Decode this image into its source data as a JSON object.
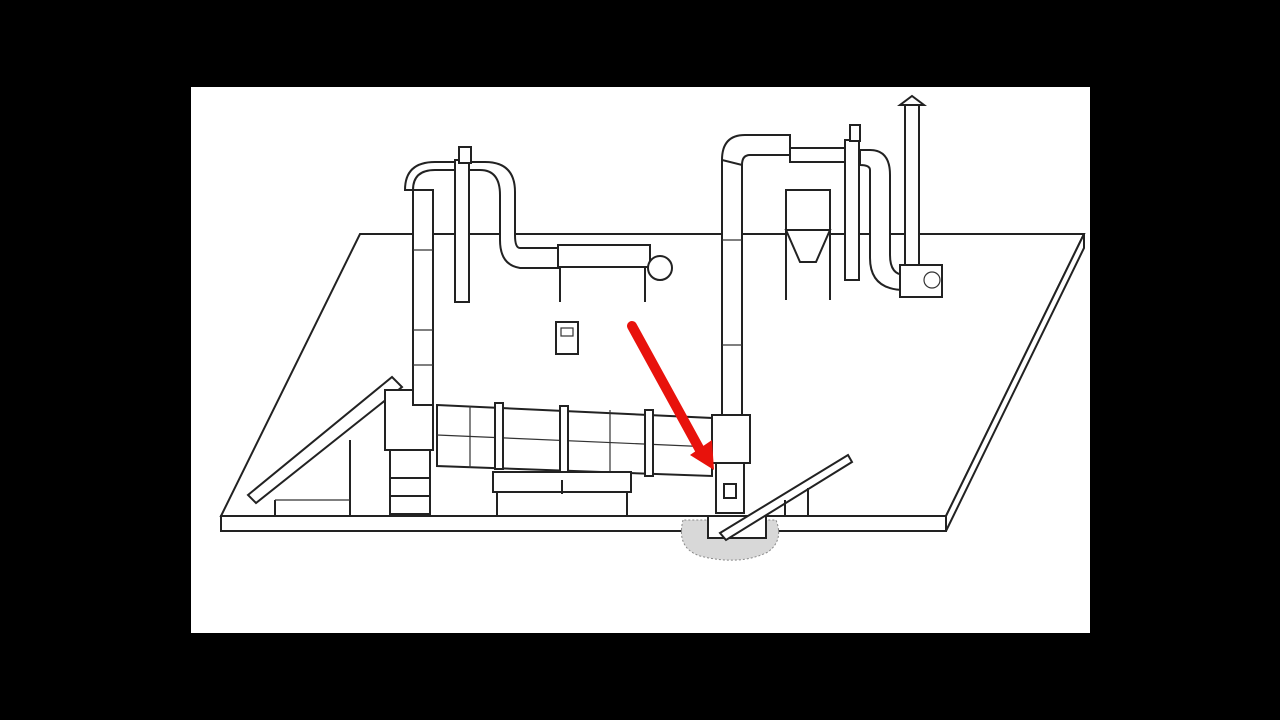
{
  "colors": {
    "background": "#000000",
    "panel": "#ffffff",
    "line": "#222222",
    "arrow": "#e8120c",
    "pit": "#d8d8d8"
  },
  "diagram": {
    "type": "rotary-dryer-plant-layout",
    "components": [
      "feed-conveyor",
      "rotary-drum",
      "hot-air-duct-left",
      "heat-exchanger",
      "cyclone-separator",
      "exhaust-chimney",
      "induced-draft-fan",
      "control-cabinet",
      "discharge-conveyor",
      "discharge-pit",
      "indicator-arrow"
    ]
  }
}
